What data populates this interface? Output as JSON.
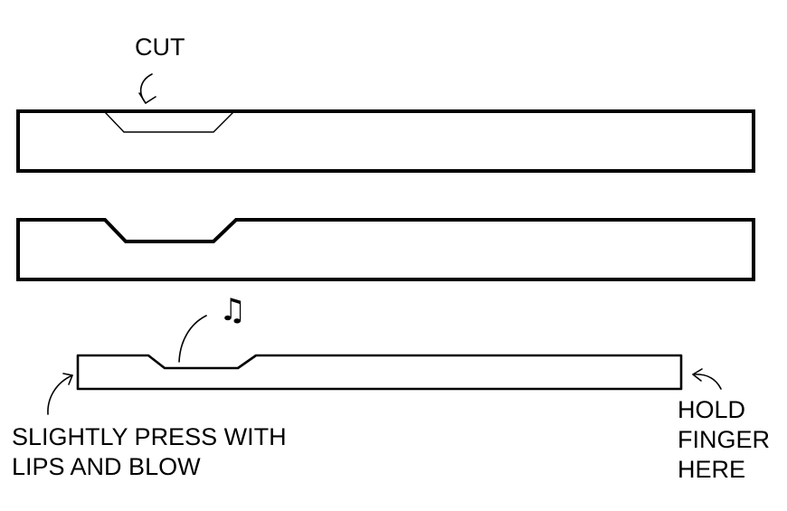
{
  "labels": {
    "cut": "CUT",
    "press_line1": "SLIGHTLY PRESS WITH",
    "press_line2": "LIPS AND BLOW",
    "hold_line1": "HOLD",
    "hold_line2": "FINGER",
    "hold_line3": "HERE"
  },
  "icons": {
    "music_note": "♫"
  },
  "colors": {
    "line": "#000000",
    "background": "#ffffff"
  }
}
